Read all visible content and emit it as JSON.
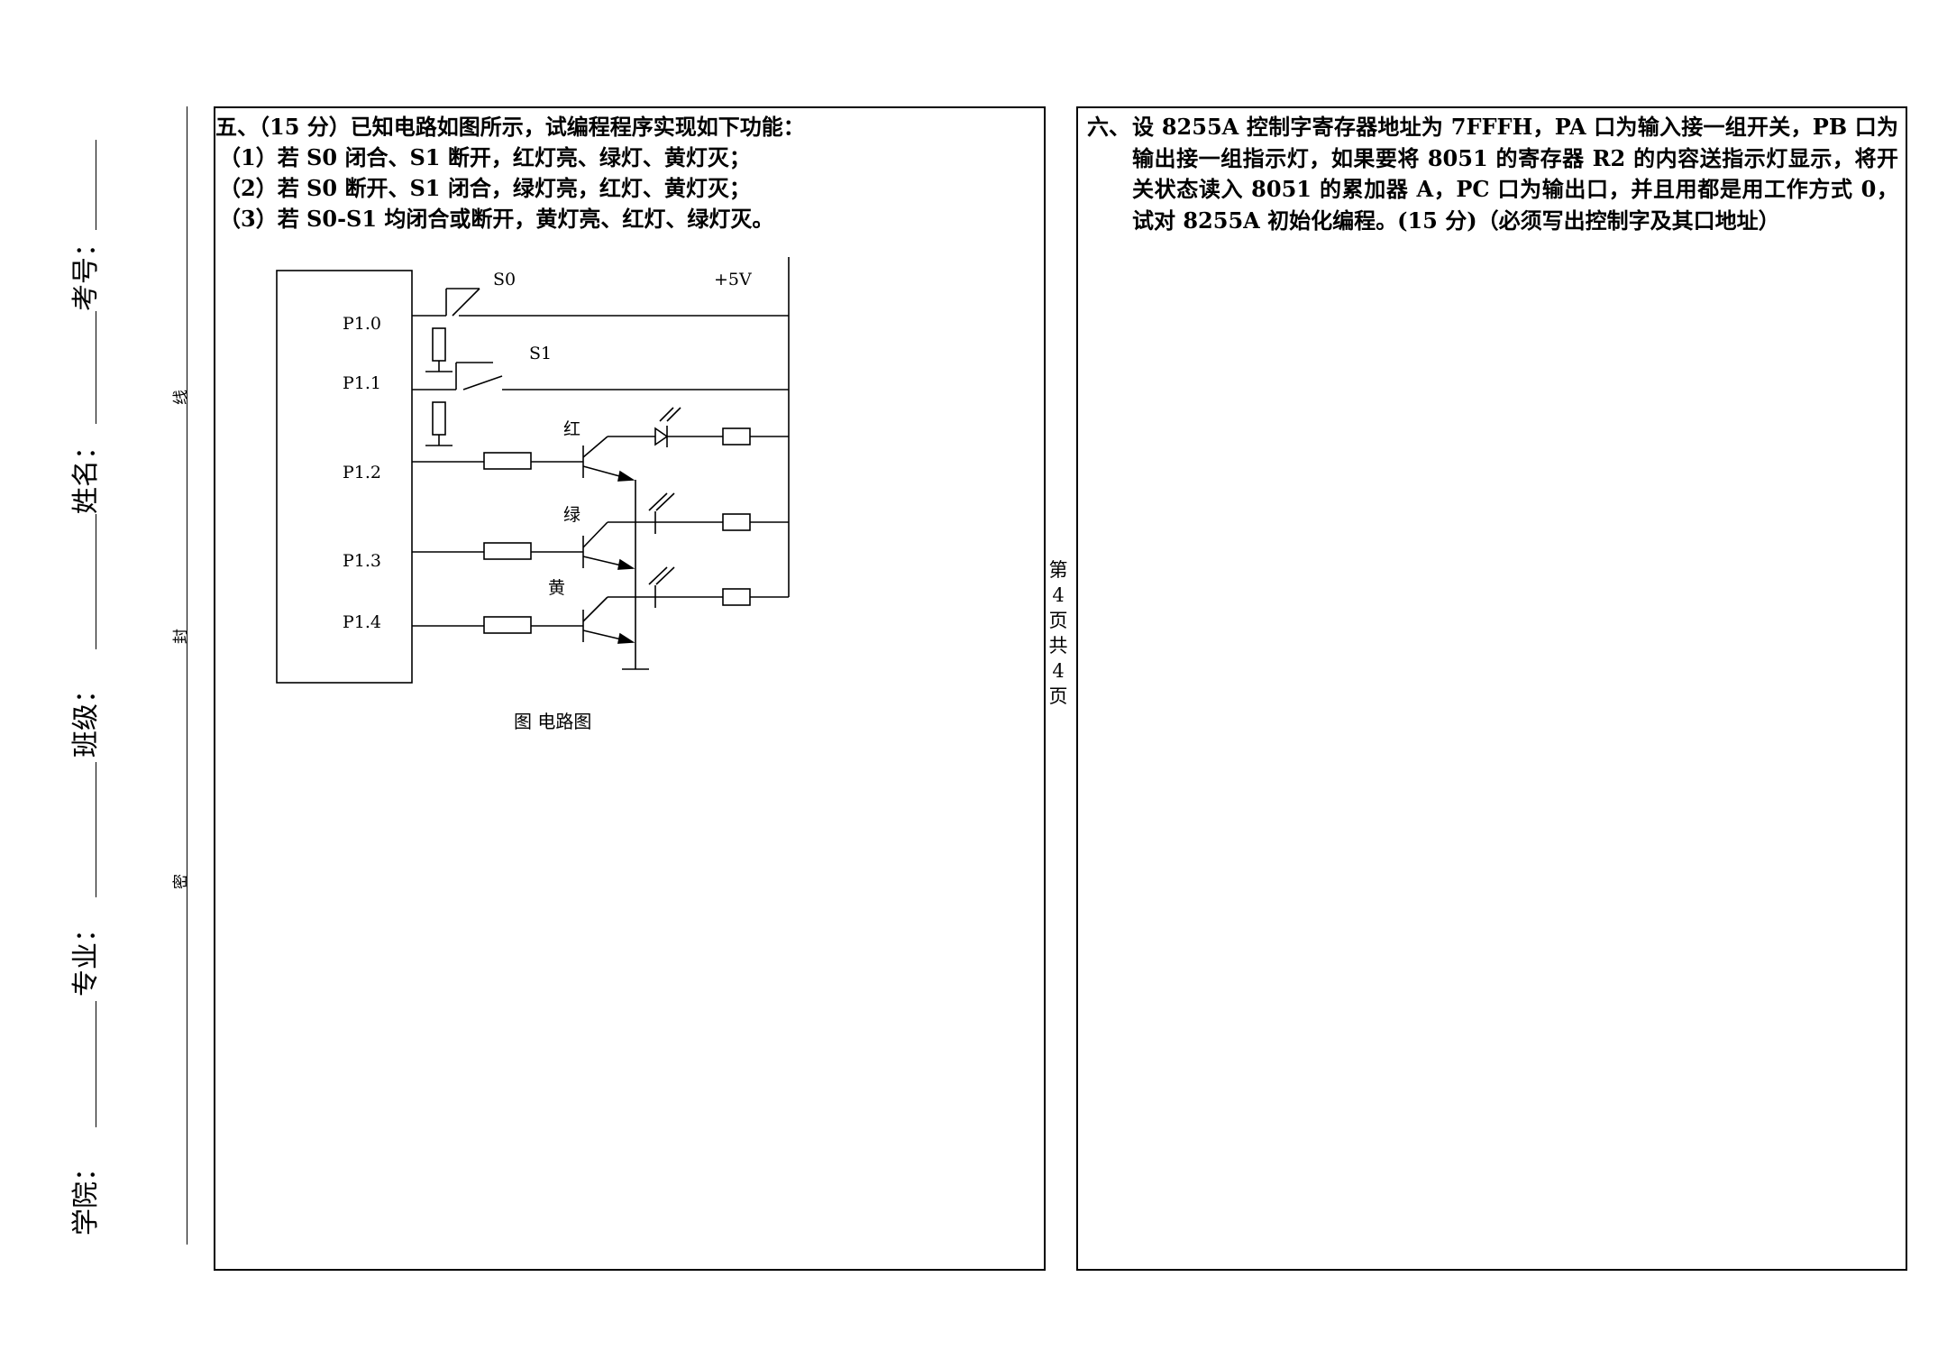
{
  "binding": {
    "fields": [
      {
        "label": "考号："
      },
      {
        "label": "姓名："
      },
      {
        "label": "班级："
      },
      {
        "label": "专业："
      },
      {
        "label": "学院："
      }
    ],
    "cut_marks": [
      "线",
      "封",
      "密"
    ]
  },
  "page_number": [
    "第",
    "4",
    "页",
    "共",
    "4",
    "页"
  ],
  "question5": {
    "title": "五、（15 分）已知电路如图所示，试编程程序实现如下功能：",
    "items": [
      "（1）若 S0 闭合、S1 断开，红灯亮、绿灯、黄灯灭；",
      "（2）若 S0 断开、S1 闭合，绿灯亮，红灯、黄灯灭；",
      "（3）若 S0-S1 均闭合或断开，黄灯亮、红灯、绿灯灭。"
    ],
    "diagram": {
      "pins": [
        "P1.0",
        "P1.1",
        "P1.2",
        "P1.3",
        "P1.4"
      ],
      "switches": [
        "S0",
        "S1"
      ],
      "supply": "+5V",
      "leds": [
        "红",
        "绿",
        "黄"
      ],
      "caption": "图  电路图"
    }
  },
  "question6": {
    "label": "六、",
    "text": "设 8255A 控制字寄存器地址为 7FFFH，PA 口为输入接一组开关，PB 口为输出接一组指示灯，如果要将 8051 的寄存器 R2 的内容送指示灯显示，将开关状态读入 8051 的累加器 A，PC 口为输出口，并且用都是用工作方式 0，试对 8255A 初始化编程。(15 分)（必须写出控制字及其口地址）"
  }
}
